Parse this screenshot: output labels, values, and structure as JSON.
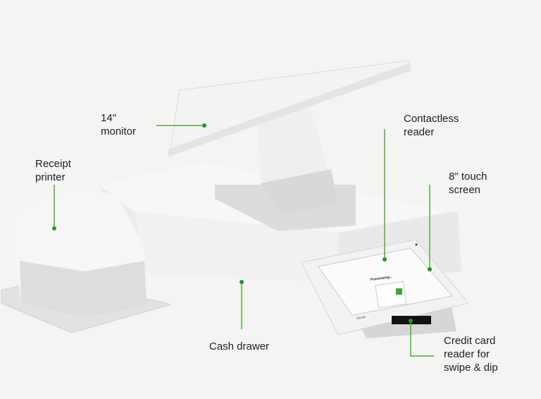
{
  "labels": {
    "monitor": "14″\nmonitor",
    "contactless": "Contactless\nreader",
    "receipt_printer": "Receipt\nprinter",
    "touch_screen": "8″ touch\nscreen",
    "cash_drawer": "Cash drawer",
    "card_reader": "Credit card\nreader for\nswipe & dip"
  },
  "device_screen": {
    "status": "Processing...",
    "brand": "clover"
  },
  "colors": {
    "accent_line": "#4caf3a",
    "accent_dot": "#1f9a1f",
    "background": "#f4f4f3"
  }
}
